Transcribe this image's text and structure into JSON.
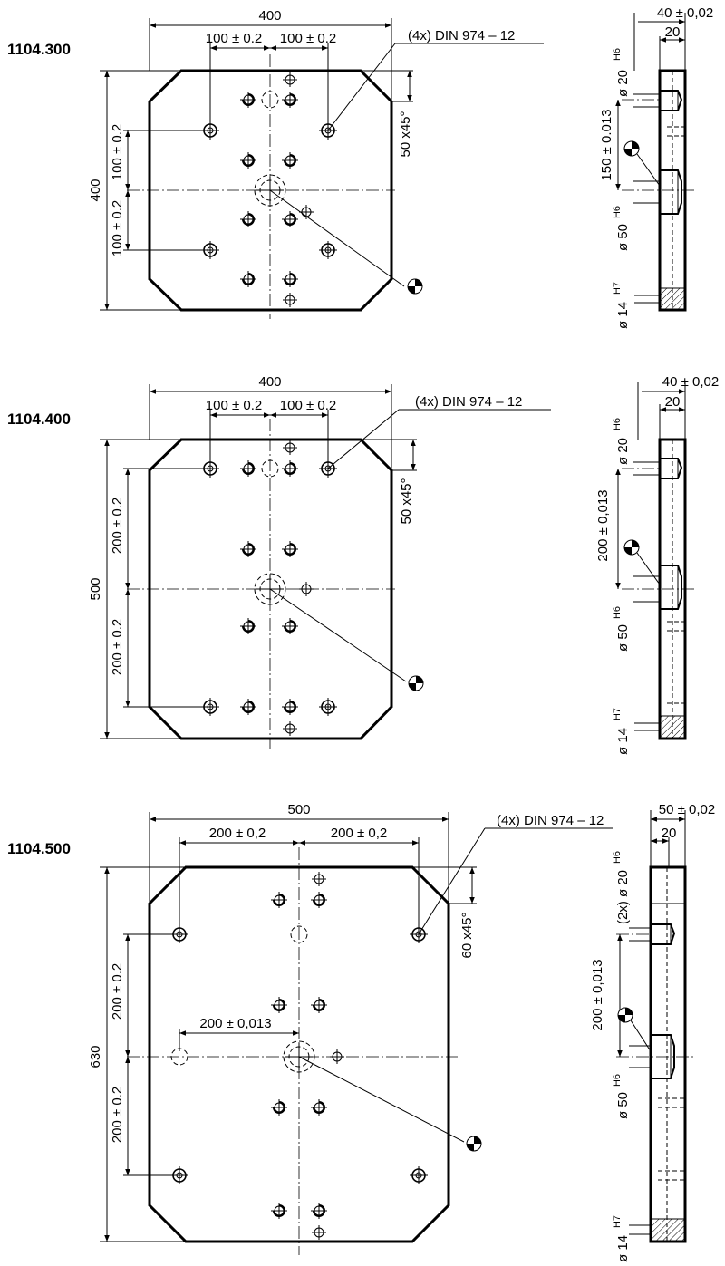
{
  "drawings": [
    {
      "id": "1104.300",
      "plan": {
        "width": "400",
        "height": "400",
        "pitch_left": "100 ± 0.2",
        "pitch_right": "100 ± 0.2",
        "vert_upper": "100 ± 0.2",
        "vert_lower": "100 ± 0.2",
        "pin_note": "(4x) DIN 974 – 12",
        "chamfer": "50 x45°"
      },
      "side": {
        "thickness": "40 ± 0,02",
        "step": "20",
        "bore_small": "ø 20",
        "bore_small_fit": "H6",
        "bore_spacing": "150 ± 0.013",
        "bore_large": "ø 50",
        "bore_large_fit": "H6",
        "bore_bottom": "ø 14",
        "bore_bottom_fit": "H7"
      }
    },
    {
      "id": "1104.400",
      "plan": {
        "width": "400",
        "height": "500",
        "pitch_left": "100 ± 0.2",
        "pitch_right": "100 ± 0.2",
        "vert_upper": "200 ± 0.2",
        "vert_lower": "200 ± 0.2",
        "pin_note": "(4x) DIN 974 – 12",
        "chamfer": "50 x45°"
      },
      "side": {
        "thickness": "40 ± 0,02",
        "step": "20",
        "bore_small": "ø 20",
        "bore_small_fit": "H6",
        "bore_spacing": "200 ± 0,013",
        "bore_large": "ø 50",
        "bore_large_fit": "H6",
        "bore_bottom": "ø 14",
        "bore_bottom_fit": "H7"
      }
    },
    {
      "id": "1104.500",
      "plan": {
        "width": "500",
        "height": "630",
        "pitch_left": "200 ± 0,2",
        "pitch_right": "200 ± 0,2",
        "vert_upper": "200 ± 0.2",
        "vert_lower": "200 ± 0.2",
        "inner_pitch": "200 ± 0,013",
        "pin_note": "(4x) DIN 974 – 12",
        "chamfer": "60 x45°"
      },
      "side": {
        "thickness": "50 ± 0,02",
        "step": "20",
        "bore_small": "(2x) ø 20",
        "bore_small_fit": "H6",
        "bore_spacing": "200 ± 0,013",
        "bore_large": "ø 50",
        "bore_large_fit": "H6",
        "bore_bottom": "ø 14",
        "bore_bottom_fit": "H7"
      }
    }
  ],
  "icons": [
    "center-mark-icon",
    "counterbore-icon",
    "pin-hole-icon"
  ]
}
